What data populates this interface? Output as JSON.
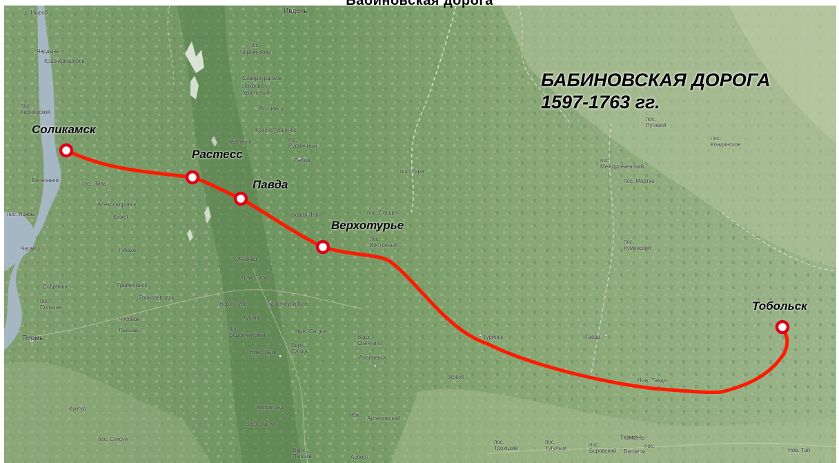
{
  "page": {
    "top_title": "Бабиновская дорога"
  },
  "map": {
    "title_line1": "БАБИНОВСКАЯ ДОРОГА",
    "title_line2": "1597-1763 гг.",
    "route_color": "#ff1a00",
    "stop_fill": "#ffffff",
    "stop_stroke": "#e0001a",
    "cities": [
      {
        "name": "Соликамск"
      },
      {
        "name": "Растесс"
      },
      {
        "name": "Павда"
      },
      {
        "name": "Верхотурье"
      },
      {
        "name": "Тобольск"
      }
    ],
    "places": [
      {
        "name": "с. Ныроб"
      },
      {
        "name": "Ивдель"
      },
      {
        "name": "Чердынь"
      },
      {
        "name": "Красновишерск"
      },
      {
        "name": "пос."
      },
      {
        "name": "Черемухово"
      },
      {
        "name": "Североуральск"
      },
      {
        "name": "Покровск"
      },
      {
        "name": "Уральский"
      },
      {
        "name": "Волчанск"
      },
      {
        "name": "Краснотурьинск"
      },
      {
        "name": "Карпинск"
      },
      {
        "name": "пос. Рудничный"
      },
      {
        "name": "Серов"
      },
      {
        "name": "пос. Гари"
      },
      {
        "name": "пос. Керчевский"
      },
      {
        "name": "Березники"
      },
      {
        "name": "пос. Яйва"
      },
      {
        "name": "Александровск"
      },
      {
        "name": "Кизел"
      },
      {
        "name": "пос. Ложва"
      },
      {
        "name": "Губаха"
      },
      {
        "name": "Чермоз"
      },
      {
        "name": "Новая Ляля"
      },
      {
        "name": "пос. Сосьва"
      },
      {
        "name": "пос. Восточный"
      },
      {
        "name": "Качканар"
      },
      {
        "name": "Ниж. Тура"
      },
      {
        "name": "Добрянка"
      },
      {
        "name": "Гремячинск"
      },
      {
        "name": "Горнозаводск"
      },
      {
        "name": "пос. Полазна"
      },
      {
        "name": "Чусовой"
      },
      {
        "name": "Лысьва"
      },
      {
        "name": "Пермь"
      },
      {
        "name": "Верх. Тура"
      },
      {
        "name": "Красноуральск"
      },
      {
        "name": "Кушва"
      },
      {
        "name": "пос. Баранчинский"
      },
      {
        "name": "Ниж. Салда"
      },
      {
        "name": "Верх. Салда"
      },
      {
        "name": "Ниж. Тагил"
      },
      {
        "name": "Верх. Синячиха"
      },
      {
        "name": "Алапаевск"
      },
      {
        "name": "Туринск"
      },
      {
        "name": "Тавда"
      },
      {
        "name": "Ирбит"
      },
      {
        "name": "Ниж. Тавда"
      },
      {
        "name": "пос. Луговой"
      },
      {
        "name": "пос. Кондинское"
      },
      {
        "name": "пос. Междуреченский"
      },
      {
        "name": "пос. Мортка"
      },
      {
        "name": "пос. Куминский"
      },
      {
        "name": "Кунгур"
      },
      {
        "name": "Кировград"
      },
      {
        "name": "Верх. Тагил"
      },
      {
        "name": "Реж"
      },
      {
        "name": "Артемовский"
      },
      {
        "name": "пос. Суксун"
      },
      {
        "name": "Верх. Пышма"
      },
      {
        "name": "Асбест"
      },
      {
        "name": "пос. Троицкий"
      },
      {
        "name": "пос. Тугулым"
      },
      {
        "name": "Тюмень"
      },
      {
        "name": "пос. Боровский"
      },
      {
        "name": "Винзили"
      },
      {
        "name": "пос."
      },
      {
        "name": "Нов. Тап"
      }
    ]
  }
}
